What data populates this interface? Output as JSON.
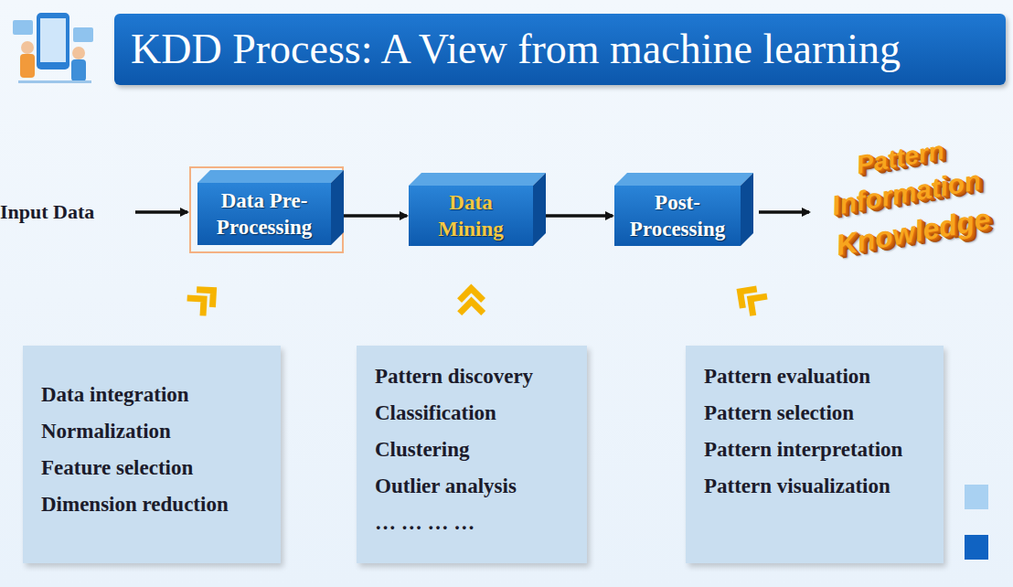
{
  "diagram": {
    "title": "KDD Process: A View from machine learning",
    "nodes": [
      {
        "text": [
          "Data Pre-Processing"
        ]
      },
      {
        "text": [
          "Data Mining"
        ]
      },
      {
        "text": [
          "Post-Processing"
        ]
      },
      {
        "text": [
          "Data integration",
          "Normalization",
          "Feature selection",
          "Dimension reduction"
        ]
      },
      {
        "text": [
          "Pattern discovery",
          "Classification",
          "Clustering",
          "Outlier analysis",
          "… … … …"
        ]
      },
      {
        "text": [
          "Pattern evaluation",
          "Pattern selection",
          "Pattern interpretation",
          "Pattern visualization"
        ]
      }
    ],
    "edges": [
      {
        "from": 0,
        "to": 1,
        "arrow": "to"
      },
      {
        "from": 1,
        "to": 2,
        "arrow": "to"
      },
      {
        "from": 3,
        "to": 0,
        "arrow": "to"
      },
      {
        "from": 4,
        "to": 1,
        "arrow": "to"
      },
      {
        "from": 5,
        "to": 2,
        "arrow": "to"
      }
    ],
    "labels": [
      "Input Data",
      "Pattern",
      "Information",
      "Knowledge"
    ]
  }
}
